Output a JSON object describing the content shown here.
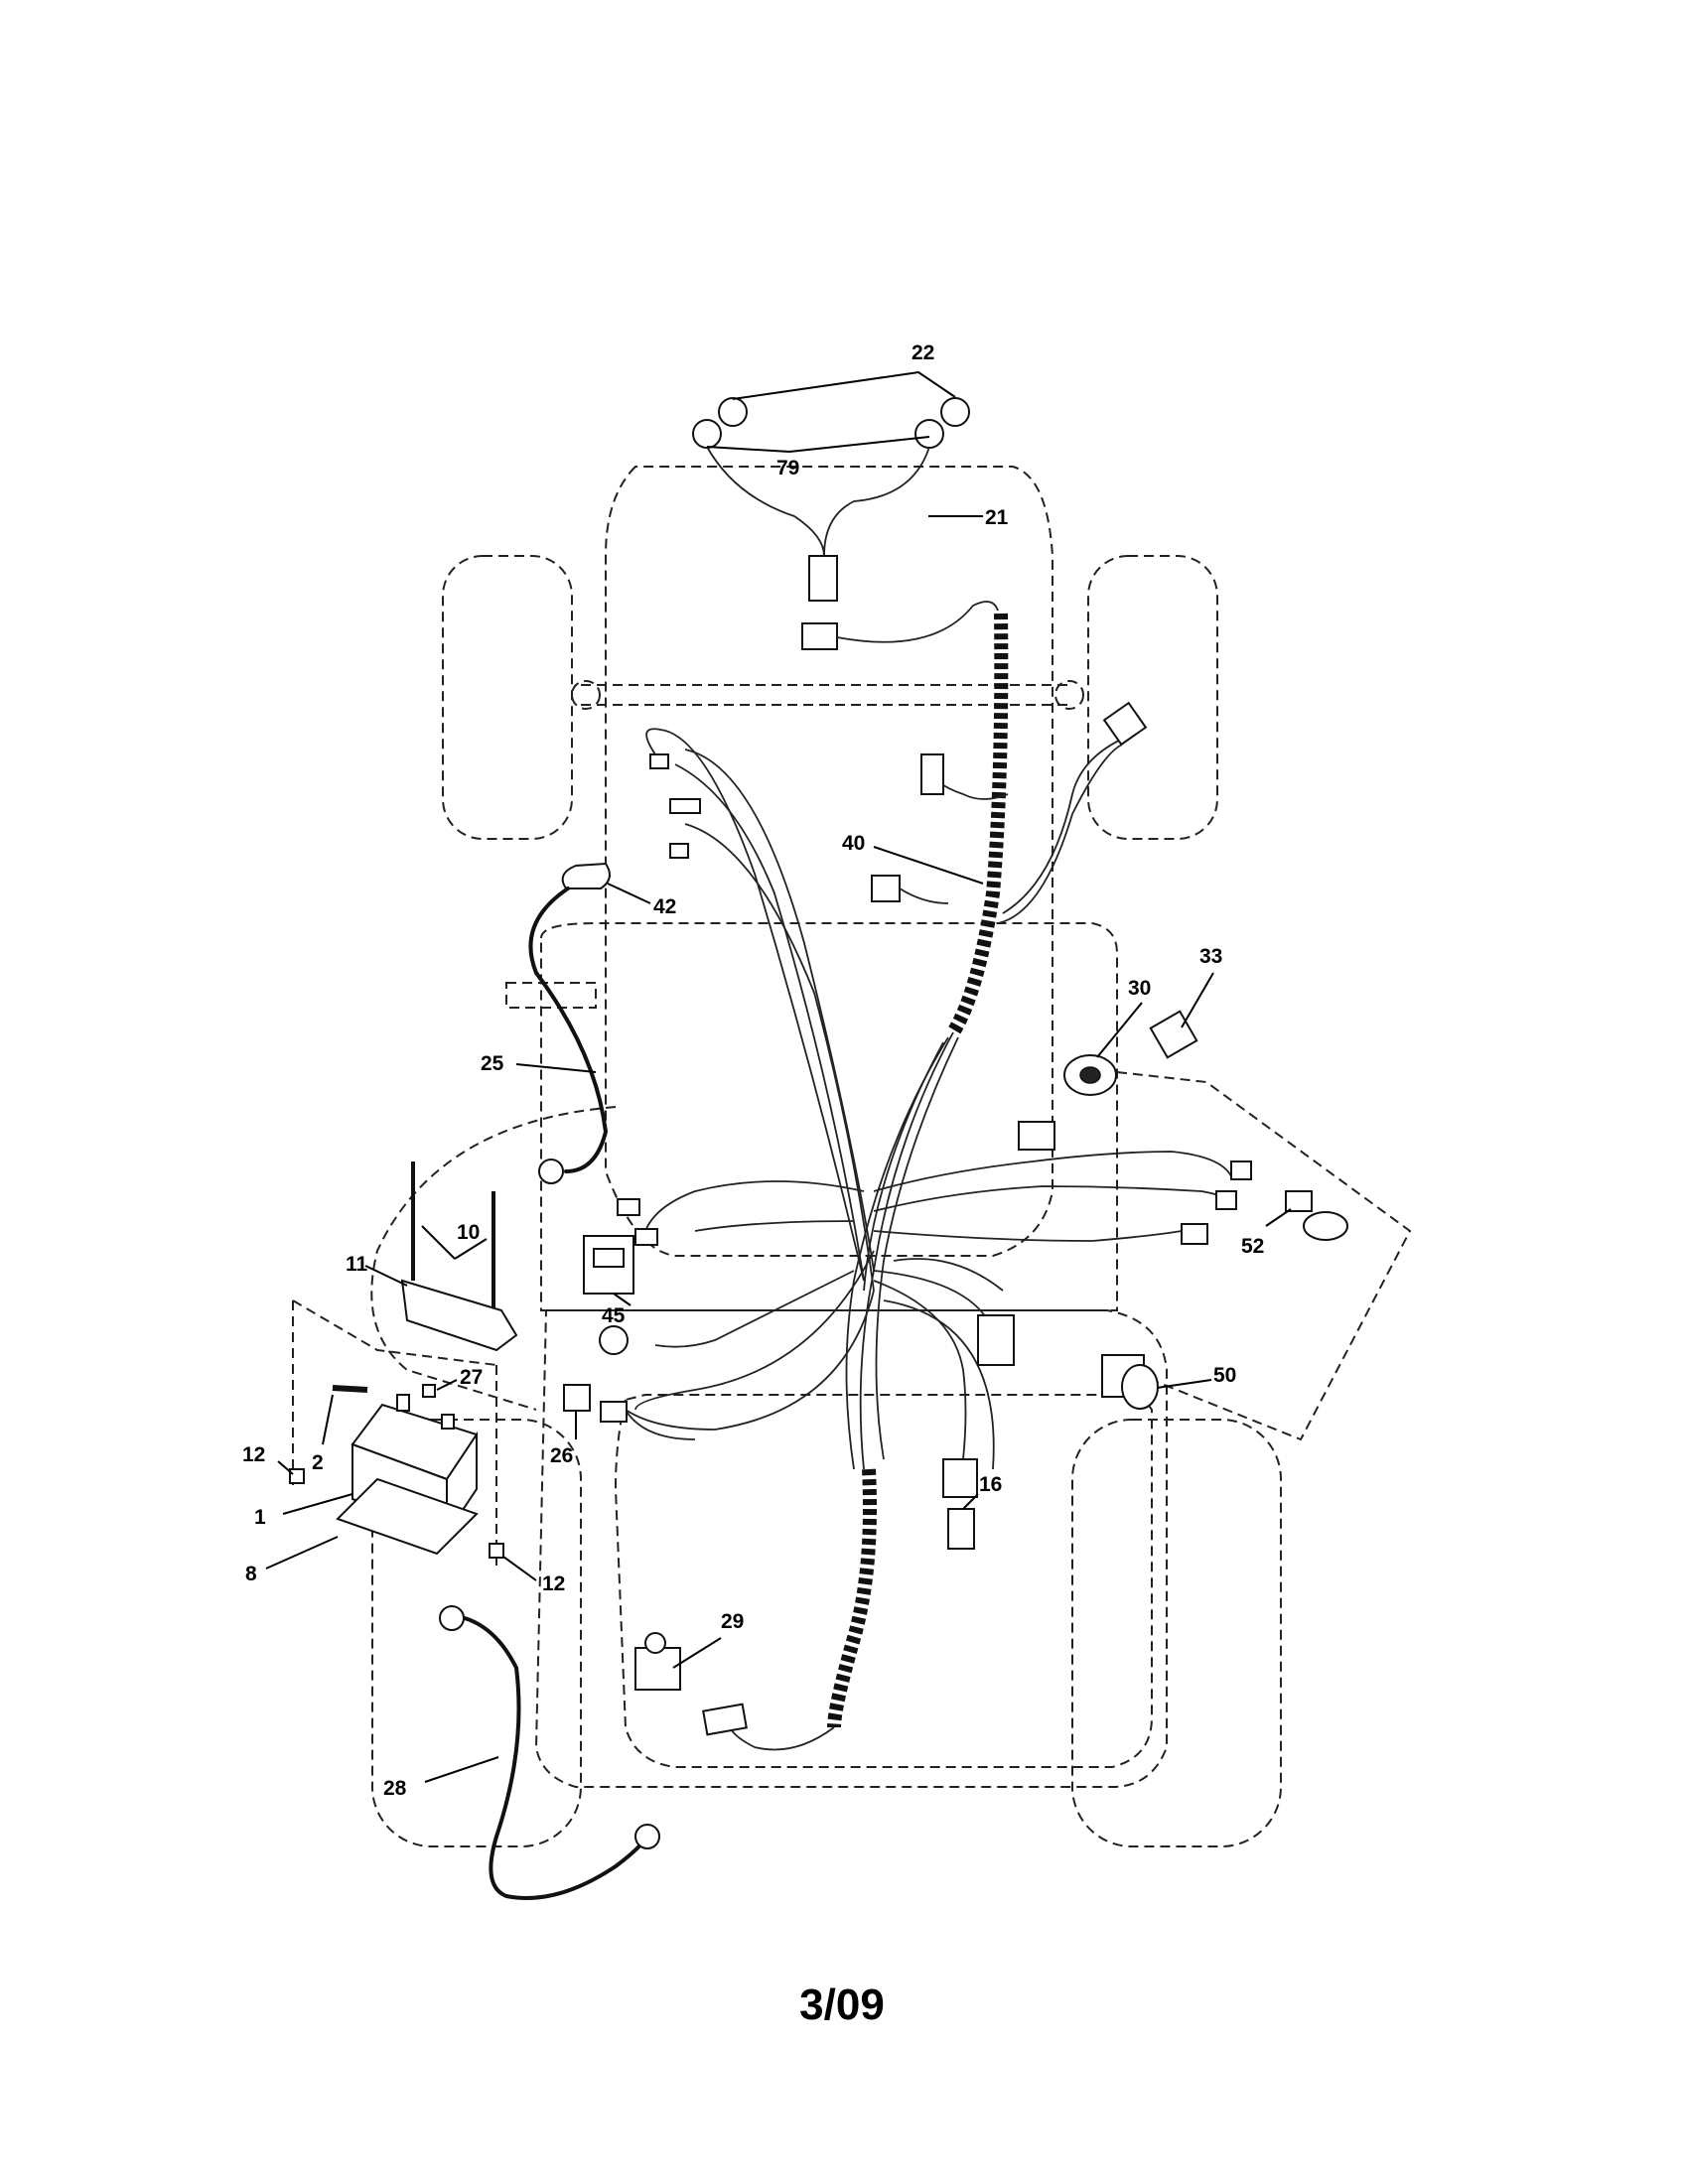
{
  "callouts": [
    {
      "id": "22",
      "label": "22"
    },
    {
      "id": "79",
      "label": "79"
    },
    {
      "id": "21",
      "label": "21"
    },
    {
      "id": "40",
      "label": "40"
    },
    {
      "id": "42",
      "label": "42"
    },
    {
      "id": "33",
      "label": "33"
    },
    {
      "id": "30",
      "label": "30"
    },
    {
      "id": "25",
      "label": "25"
    },
    {
      "id": "10",
      "label": "10"
    },
    {
      "id": "11",
      "label": "11"
    },
    {
      "id": "52",
      "label": "52"
    },
    {
      "id": "45",
      "label": "45"
    },
    {
      "id": "27",
      "label": "27"
    },
    {
      "id": "50",
      "label": "50"
    },
    {
      "id": "12a",
      "label": "12"
    },
    {
      "id": "2",
      "label": "2"
    },
    {
      "id": "26",
      "label": "26"
    },
    {
      "id": "16",
      "label": "16"
    },
    {
      "id": "1",
      "label": "1"
    },
    {
      "id": "8",
      "label": "8"
    },
    {
      "id": "12b",
      "label": "12"
    },
    {
      "id": "29",
      "label": "29"
    },
    {
      "id": "28",
      "label": "28"
    }
  ],
  "footer": {
    "date_code": "3/09"
  }
}
